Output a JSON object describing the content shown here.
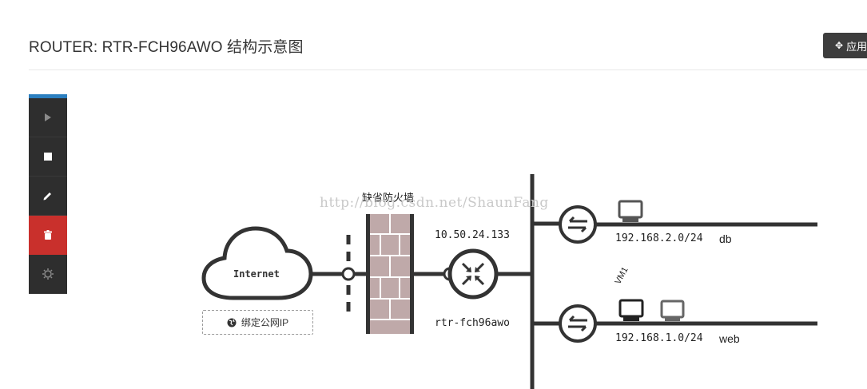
{
  "header": {
    "title": "ROUTER: RTR-FCH96AWO 结构示意图",
    "apply_label": "应用"
  },
  "toolbar": {
    "items": [
      {
        "name": "play-icon",
        "action": "start"
      },
      {
        "name": "stop-icon",
        "action": "stop"
      },
      {
        "name": "pencil-icon",
        "action": "edit"
      },
      {
        "name": "trash-icon",
        "action": "delete"
      },
      {
        "name": "gear-icon",
        "action": "settings"
      }
    ],
    "accent_color": "#2b7fc0",
    "danger_color": "#c9302c"
  },
  "topology": {
    "internet_label": "Internet",
    "bind_ip_label": "绑定公网IP",
    "firewall_label": "缺省防火墙",
    "router_ip": "10.50.24.133",
    "router_name": "rtr-fch96awo",
    "networks": [
      {
        "cidr": "192.168.2.0/24",
        "name": "db"
      },
      {
        "cidr": "192.168.1.0/24",
        "name": "web"
      }
    ],
    "vm_label": "VM1"
  },
  "watermark": "http://blog.csdn.net/ShaunFang"
}
